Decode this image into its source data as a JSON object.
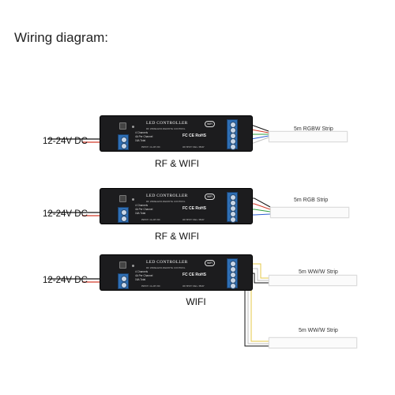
{
  "title": "Wiring diagram:",
  "controller": {
    "name": "LED CONTROLLER",
    "subtitle": "RF WIRELESS REMOTE CONTROL",
    "features": [
      "4 Channels",
      "4A Per Channel",
      "16A Total"
    ],
    "certifications": "FC CE RoHS",
    "input_rating": "INPUT: 12-24V DC",
    "output_rating": "OUTPUT: Max. 384W",
    "wifi_badge": "WiFi"
  },
  "diagrams": [
    {
      "input_label": "12-24V DC",
      "mode_label": "RF & WIFI",
      "strips": [
        {
          "label": "5m RGBW Strip"
        }
      ]
    },
    {
      "input_label": "12-24V DC",
      "mode_label": "RF & WIFI",
      "strips": [
        {
          "label": "5m RGB Strip"
        }
      ]
    },
    {
      "input_label": "12-24V DC",
      "mode_label": "WIFI",
      "strips": [
        {
          "label": "5m WW/W Strip"
        },
        {
          "label": "5m WW/W Strip"
        }
      ]
    }
  ],
  "colors": {
    "controller_body": "#1c1c1e",
    "terminal_blue": "#2f6fb5",
    "wire_red": "#d23a2a",
    "wire_black": "#111111",
    "wire_yellow": "#e5c94a",
    "wire_white": "#bfbfbf",
    "wire_green": "#2e9e3e",
    "wire_blue": "#2f5fd0"
  }
}
